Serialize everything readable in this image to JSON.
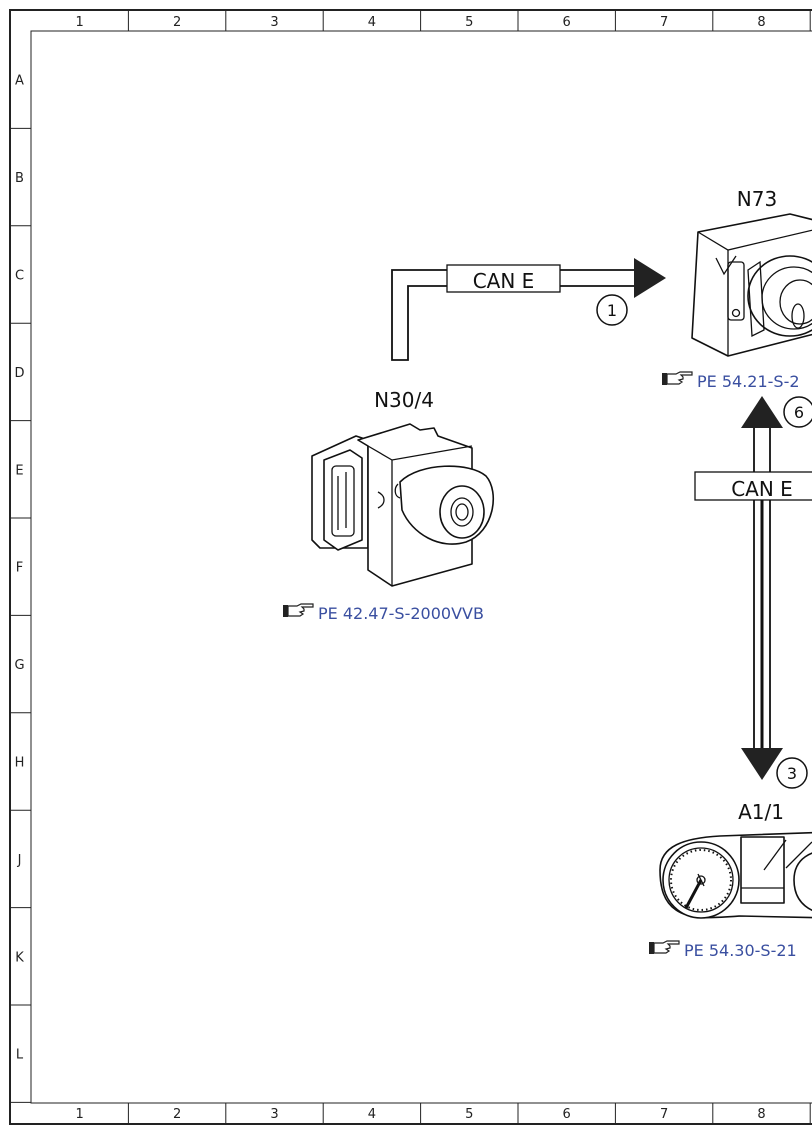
{
  "frame": {
    "columns": [
      "1",
      "2",
      "3",
      "4",
      "5",
      "6",
      "7",
      "8"
    ],
    "rows": [
      "A",
      "B",
      "C",
      "D",
      "E",
      "F",
      "G",
      "H",
      "J",
      "K",
      "L"
    ]
  },
  "components": {
    "n73": {
      "label": "N73",
      "ref": "PE 54.21-S-2"
    },
    "n30_4": {
      "label": "N30/4",
      "ref": "PE 42.47-S-2000VVB"
    },
    "a1_1": {
      "label": "A1/1",
      "ref": "PE 54.30-S-21"
    }
  },
  "buses": {
    "top": {
      "label": "CAN E",
      "marker": "1"
    },
    "vertical": {
      "label": "CAN E",
      "marker_top": "6",
      "marker_bottom": "3"
    }
  },
  "icons": {
    "reference": "pointing-hand-icon"
  }
}
